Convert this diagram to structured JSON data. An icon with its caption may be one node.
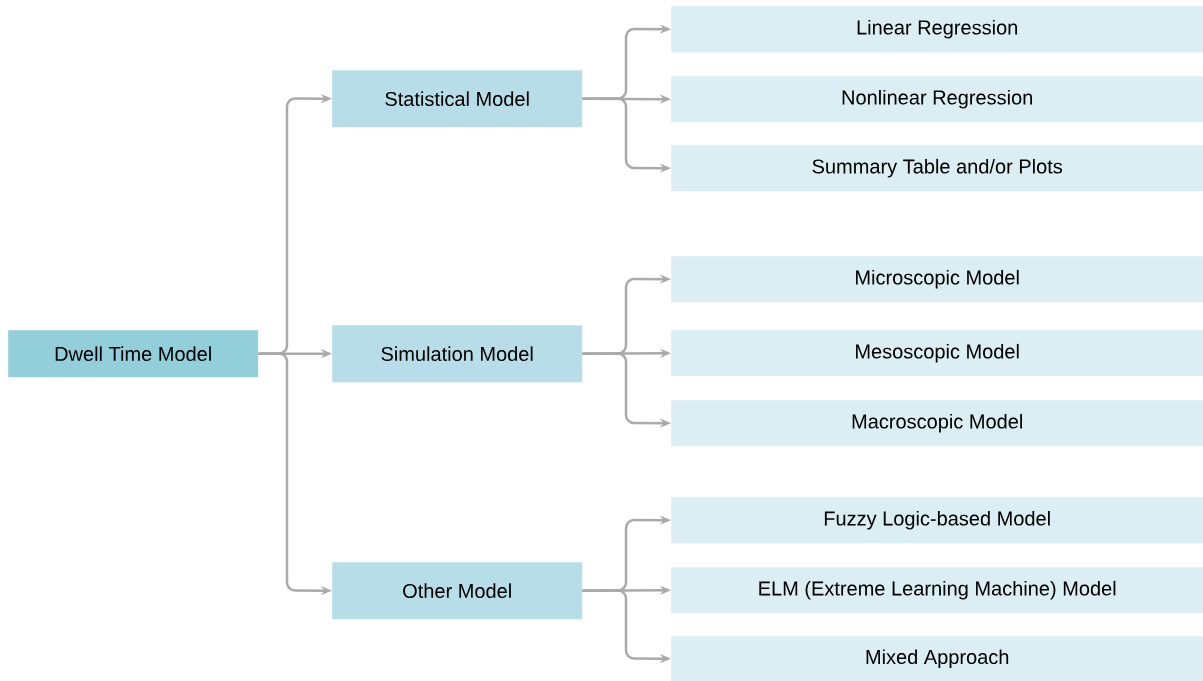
{
  "diagram": {
    "nodes": [
      {
        "text": [
          "Dwell Time Model"
        ]
      },
      {
        "text": [
          "Statistical Model"
        ]
      },
      {
        "text": [
          "Simulation Model"
        ]
      },
      {
        "text": [
          "Other Model"
        ]
      },
      {
        "text": [
          "Linear Regression"
        ]
      },
      {
        "text": [
          "Nonlinear Regression"
        ]
      },
      {
        "text": [
          "Summary Table and/or Plots"
        ]
      },
      {
        "text": [
          "Microscopic Model"
        ]
      },
      {
        "text": [
          "Mesoscopic Model"
        ]
      },
      {
        "text": [
          "Macroscopic Model"
        ]
      },
      {
        "text": [
          "Fuzzy Logic-based Model"
        ]
      },
      {
        "text": [
          "ELM (Extreme Learning Machine) Model"
        ]
      },
      {
        "text": [
          "Mixed Approach"
        ]
      }
    ],
    "edges": [
      {
        "from": 0,
        "to": 1,
        "arrow": "to"
      },
      {
        "from": 0,
        "to": 2,
        "arrow": "to"
      },
      {
        "from": 0,
        "to": 3,
        "arrow": "to"
      },
      {
        "from": 1,
        "to": 4,
        "arrow": "to"
      },
      {
        "from": 1,
        "to": 5,
        "arrow": "to"
      },
      {
        "from": 1,
        "to": 6,
        "arrow": "to"
      },
      {
        "from": 2,
        "to": 7,
        "arrow": "to"
      },
      {
        "from": 2,
        "to": 8,
        "arrow": "to"
      },
      {
        "from": 2,
        "to": 9,
        "arrow": "to"
      },
      {
        "from": 3,
        "to": 10,
        "arrow": "to"
      },
      {
        "from": 3,
        "to": 11,
        "arrow": "to"
      },
      {
        "from": 3,
        "to": 12,
        "arrow": "to"
      }
    ]
  }
}
